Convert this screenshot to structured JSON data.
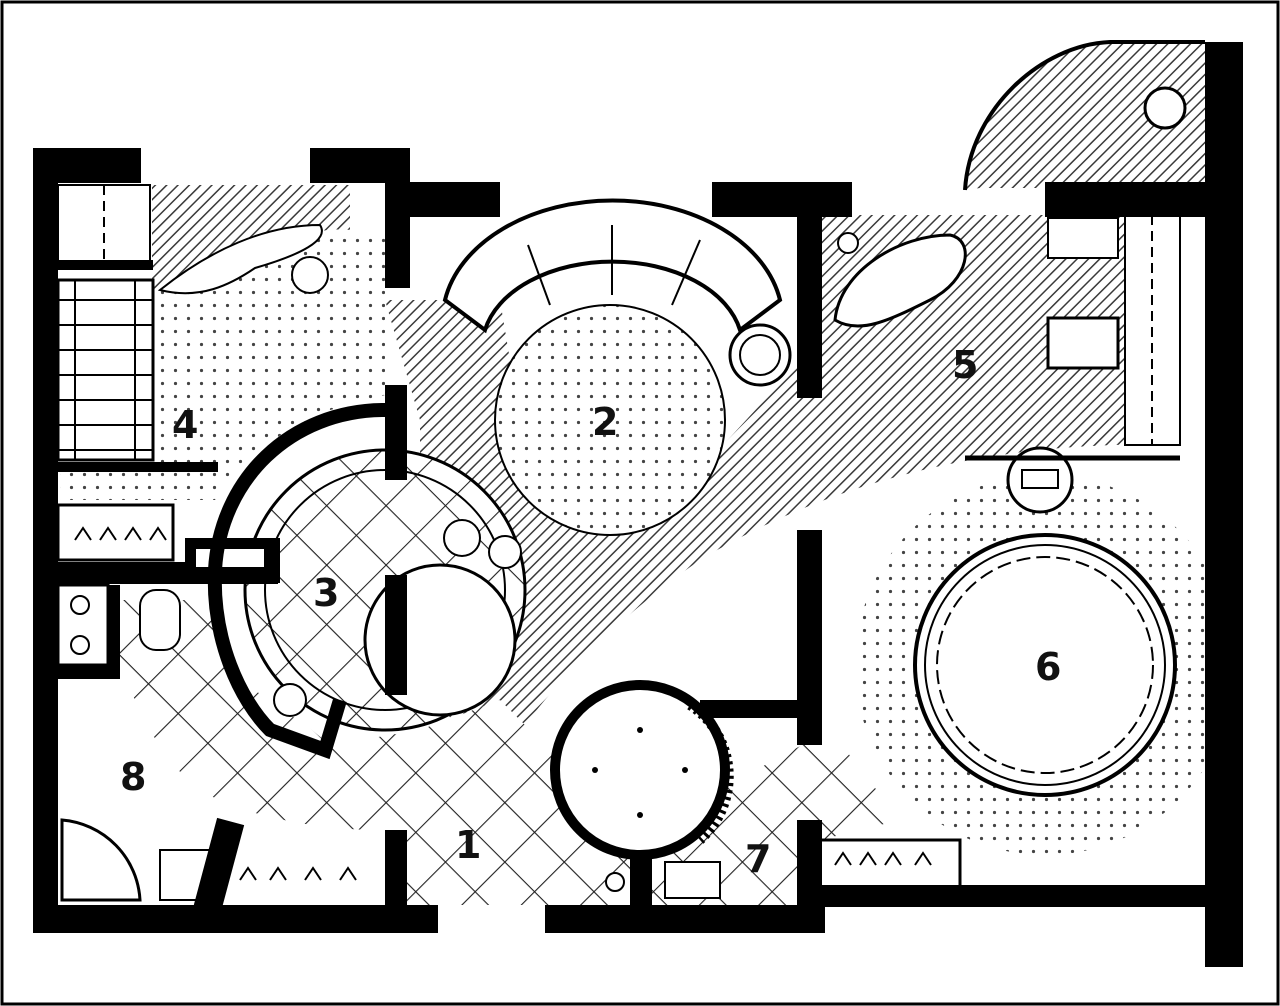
{
  "diagram": {
    "type": "floor-plan",
    "rooms": [
      {
        "id": "room-1",
        "label": "1"
      },
      {
        "id": "room-2",
        "label": "2"
      },
      {
        "id": "room-3",
        "label": "3"
      },
      {
        "id": "room-4",
        "label": "4"
      },
      {
        "id": "room-5",
        "label": "5"
      },
      {
        "id": "room-6",
        "label": "6"
      },
      {
        "id": "room-7",
        "label": "7"
      },
      {
        "id": "room-8",
        "label": "8"
      }
    ]
  },
  "colors": {
    "wall": "#000000",
    "background": "#ffffff",
    "hatch": "#3a3a3a",
    "dots": "#444444",
    "tile": "#222222"
  }
}
